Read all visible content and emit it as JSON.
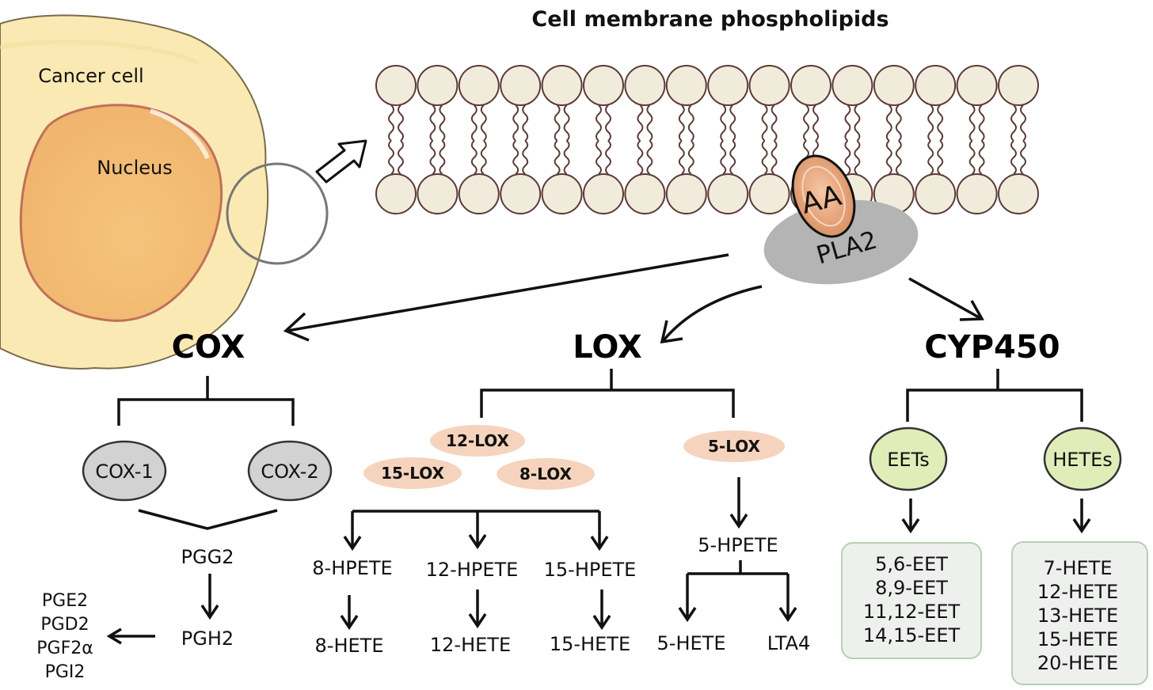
{
  "title": "Cell membrane phospholipids",
  "cell": {
    "label": "Cancer cell",
    "nucleus_label": "Nucleus"
  },
  "aa_label": "AA",
  "pla2_label": "PLA2",
  "colors": {
    "heading": "#e00b0b",
    "lox_oval": "#f5d3bd",
    "cyp_oval": "#e1edb8",
    "cox_oval": "#d2d2d2",
    "box_fill": "#eef0ee",
    "box_border": "#b7cfb4",
    "cell_fill": "#fbe9b3",
    "nucleus_fill": "#f3c283",
    "membrane_head": "#f1ebdc",
    "membrane_line": "#5a3a36"
  },
  "cox": {
    "heading": "COX",
    "isoforms": [
      "COX-1",
      "COX-2"
    ],
    "pgg2": "PGG2",
    "pgh2": "PGH2",
    "products": [
      "PGE2",
      "PGD2",
      "PGF2α",
      "PGI2"
    ]
  },
  "lox": {
    "heading": "LOX",
    "enzymes": [
      "12-LOX",
      "15-LOX",
      "8-LOX"
    ],
    "five_lox": "5-LOX",
    "hpetes": [
      "8-HPETE",
      "12-HPETE",
      "15-HPETE"
    ],
    "hetes": [
      "8-HETE",
      "12-HETE",
      "15-HETE"
    ],
    "five_hpete": "5-HPETE",
    "five_products": [
      "5-HETE",
      "LTA4"
    ]
  },
  "cyp450": {
    "heading": "CYP450",
    "groups": [
      "EETs",
      "HETEs"
    ],
    "eets": [
      "5,6-EET",
      "8,9-EET",
      "11,12-EET",
      "14,15-EET"
    ],
    "hetes": [
      "7-HETE",
      "12-HETE",
      "13-HETE",
      "15-HETE",
      "20-HETE"
    ]
  }
}
